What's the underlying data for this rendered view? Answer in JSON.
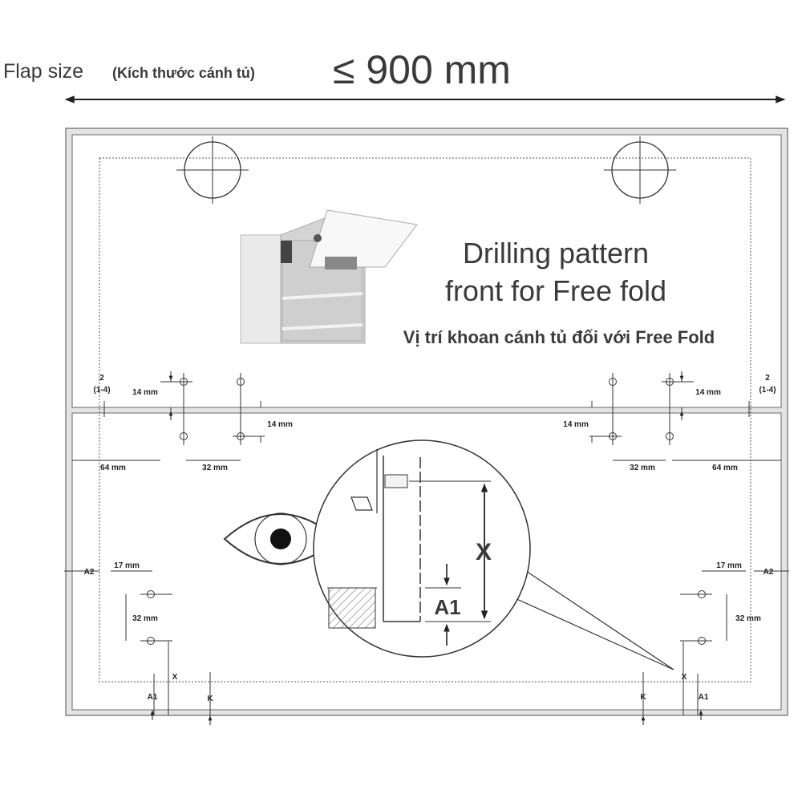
{
  "header": {
    "flap_size_label": "Flap size",
    "flap_size_label_vi": "(Kích thước cánh tủ)",
    "flap_size_value": "≤ 900 mm"
  },
  "title": {
    "line1": "Drilling pattern",
    "line2": "front for Free fold",
    "vi": "Vị trí khoan cánh tủ đối với Free Fold"
  },
  "dimensions": {
    "left_2": "2",
    "left_2_range": "(1-4)",
    "right_2": "2",
    "right_2_range": "(1-4)",
    "d14_top_left": "14 mm",
    "d14_mid_left": "14 mm",
    "d14_top_right": "14 mm",
    "d14_mid_right": "14 mm",
    "d64_left": "64 mm",
    "d32_left": "32 mm",
    "d32_right": "32 mm",
    "d64_right": "64 mm",
    "a2_left": "A2",
    "a2_right": "A2",
    "d17_left": "17 mm",
    "d17_right": "17 mm",
    "d32v_left": "32 mm",
    "d32v_right": "32 mm",
    "x_left": "X",
    "x_right": "X",
    "a1_left": "A1",
    "a1_right": "A1",
    "k_left": "K",
    "k_right": "K"
  },
  "detail": {
    "x_label": "X",
    "a1_label": "A1"
  },
  "colors": {
    "panel_fill": "#e4e4e4",
    "inner_fill": "#ffffff",
    "line": "#3a3a3a",
    "text": "#2b2b2b"
  }
}
